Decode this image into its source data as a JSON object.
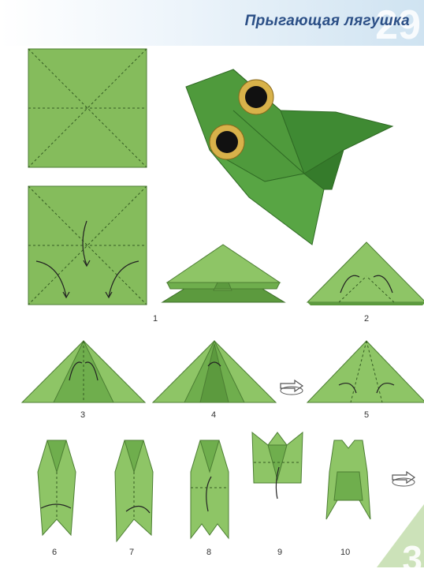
{
  "header": {
    "title": "Прыгающая лягушка",
    "page_number": "29",
    "page_number_bottom": "3"
  },
  "steps": [
    {
      "label": "1"
    },
    {
      "label": "2"
    },
    {
      "label": "3"
    },
    {
      "label": "4"
    },
    {
      "label": "5"
    },
    {
      "label": "6"
    },
    {
      "label": "7"
    },
    {
      "label": "8"
    },
    {
      "label": "9"
    },
    {
      "label": "10"
    }
  ],
  "colors": {
    "paper": "#7fb858",
    "paper_light": "#a5d077",
    "paper_dark": "#5c9a3e",
    "outline": "#4c7e33",
    "arrow": "#2a2a2a",
    "title": "#2b4f86"
  },
  "icons": [
    "turn-over-icon",
    "turn-over-icon"
  ]
}
